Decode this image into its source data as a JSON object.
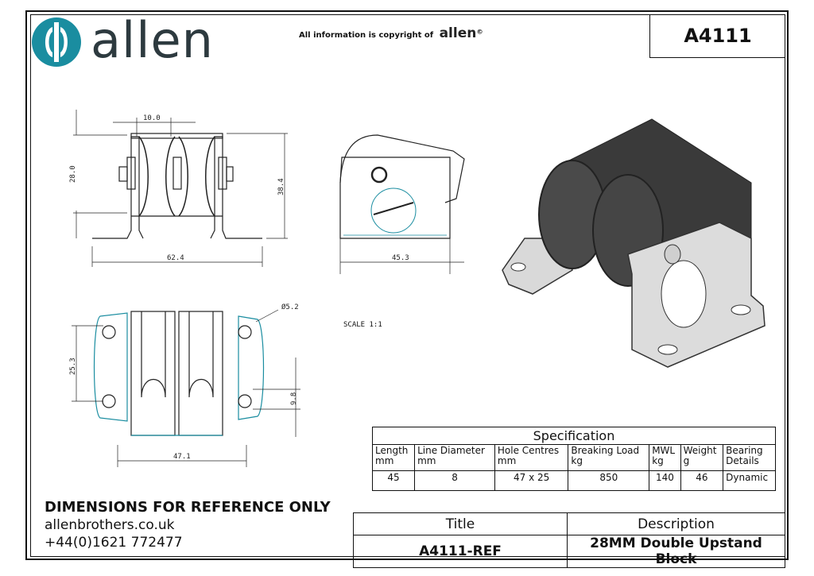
{
  "header": {
    "logo_word": "allen",
    "copyright_text": "All information is copyright of",
    "copyright_brand": "allen",
    "copyright_mark": "©",
    "part_number": "A4111"
  },
  "drawing": {
    "dims": {
      "d10": "10.0",
      "d28": "28.0",
      "d384": "38.4",
      "d624": "62.4",
      "d453": "45.3",
      "d253": "25.3",
      "d471": "47.1",
      "d98": "9.8",
      "d52": "Ø5.2"
    },
    "scale": "SCALE 1:1"
  },
  "specification": {
    "title": "Specification",
    "headers": [
      [
        "Length",
        "mm"
      ],
      [
        "Line Diameter",
        "mm"
      ],
      [
        "Hole Centres",
        "mm"
      ],
      [
        "Breaking Load",
        "kg"
      ],
      [
        "MWL",
        "kg"
      ],
      [
        "Weight",
        "g"
      ],
      [
        "Bearing",
        "Details"
      ]
    ],
    "values": [
      "45",
      "8",
      "47 x 25",
      "850",
      "140",
      "46",
      "Dynamic"
    ]
  },
  "notes": {
    "disclaimer": "DIMENSIONS FOR REFERENCE ONLY",
    "website": "allenbrothers.co.uk",
    "phone": "+44(0)1621 772477"
  },
  "title_block": {
    "title_label": "Title",
    "description_label": "Description",
    "title_value": "A4111-REF",
    "description_value": "28MM Double Upstand Block"
  }
}
